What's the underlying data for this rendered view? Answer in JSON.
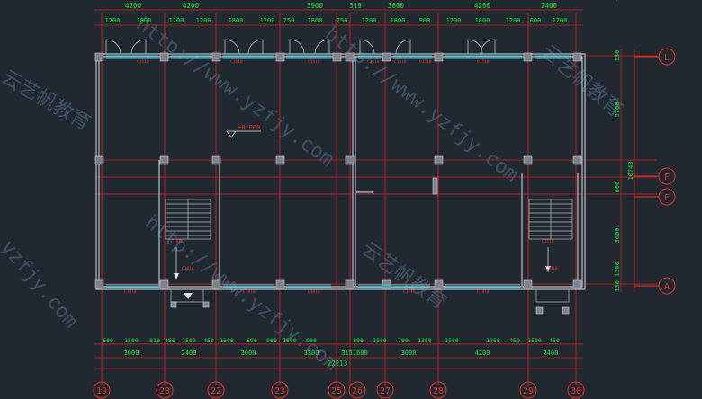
{
  "colors": {
    "background": "#212830",
    "wall": "#b7bec6",
    "grid_line": "#d8231c",
    "dim_line": "#d8231c",
    "dim_text": "#17e83a",
    "window": "#20d6e6",
    "label_red": "#e83424",
    "white": "#e6e6e6",
    "watermark": "#4a6a82"
  },
  "top_dims": {
    "row1": [
      "4200",
      "4200",
      "3900",
      "3600",
      "4200",
      "2400"
    ],
    "row2": [
      "1200",
      "1800",
      "1200",
      "1200",
      "1800",
      "1200",
      "750",
      "1800",
      "750",
      "1200",
      "1800",
      "900",
      "1200",
      "1800",
      "1200",
      "600",
      "1200"
    ],
    "partial": [
      "319"
    ]
  },
  "bottom_dims": {
    "row1": [
      "600",
      "1500",
      "810",
      "450",
      "1500",
      "450",
      "1500",
      "690",
      "900",
      "1500",
      "900",
      "800",
      "1500",
      "700",
      "1350",
      "1500",
      "1350",
      "450",
      "1500",
      "450"
    ],
    "row2": [
      "3000",
      "2400",
      "3000",
      "3300",
      "3151600",
      "3000",
      "4200",
      "2400"
    ],
    "total": "22213"
  },
  "right_dims": [
    "130",
    "5700",
    "10740",
    "600",
    "3600",
    "130 1300"
  ],
  "axes": {
    "bottom": [
      "19",
      "20",
      "22",
      "23",
      "25",
      "26",
      "27",
      "28",
      "29",
      "30"
    ],
    "right": [
      "L",
      "F",
      "F",
      "A"
    ]
  },
  "window_labels": [
    "C1518",
    "C1518",
    "C1518",
    "C1518",
    "C1518",
    "C1518",
    "C1818",
    "C1818",
    "C1818",
    "C1818",
    "C1818",
    "C1818",
    "C1818",
    "C1818",
    "C1518",
    "C1518"
  ],
  "level_mark": "±0.000",
  "watermark_text": [
    "云艺帆教育",
    "http://www.yzfjy.com",
    "yzfjy.com"
  ]
}
